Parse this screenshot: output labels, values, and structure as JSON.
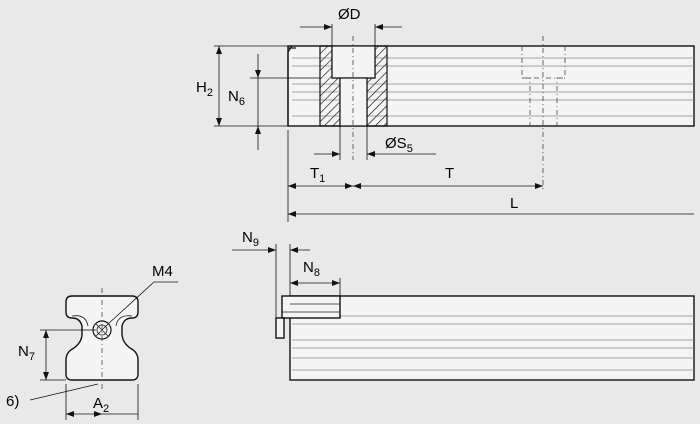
{
  "labels": {
    "phiD": "ØD",
    "phiS": "ØS",
    "phiS_sub": "5",
    "H": "H",
    "H_sub": "2",
    "N6": "N",
    "N6_sub": "6",
    "T1": "T",
    "T1_sub": "1",
    "T": "T",
    "L": "L",
    "N9": "N",
    "N9_sub": "9",
    "N8": "N",
    "N8_sub": "8",
    "M4": "M4",
    "N7": "N",
    "N7_sub": "7",
    "ref6": "6)",
    "A2": "A",
    "A2_sub": "2"
  },
  "colors": {
    "background": "#e9e9e9",
    "part_fill": "#f4f4f4",
    "line": "#111111"
  }
}
